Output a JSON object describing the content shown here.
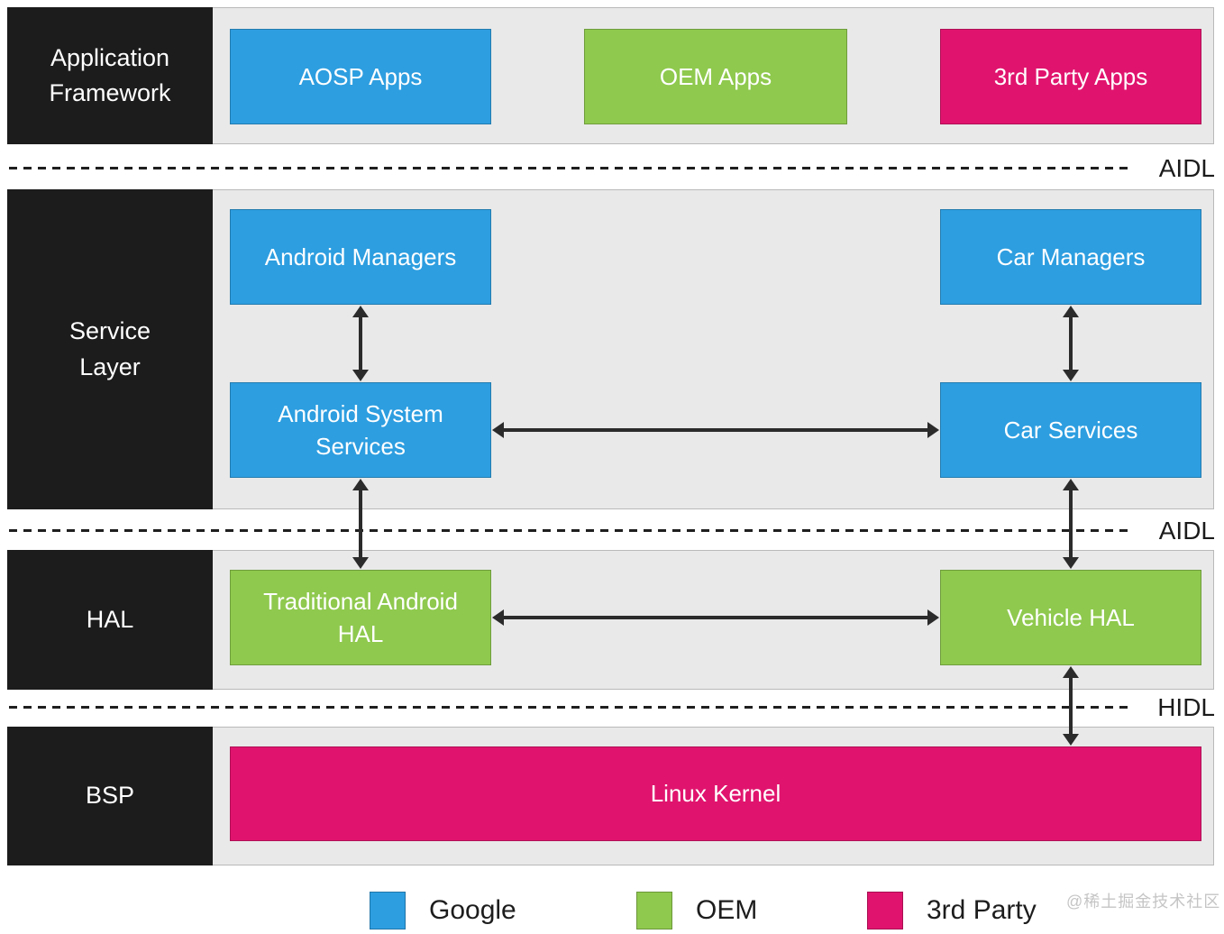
{
  "sidebars": [
    {
      "id": "app-framework",
      "label": "Application\nFramework"
    },
    {
      "id": "service-layer",
      "label": "Service\nLayer"
    },
    {
      "id": "hal",
      "label": "HAL"
    },
    {
      "id": "bsp",
      "label": "BSP"
    }
  ],
  "boxes": [
    {
      "id": "aosp-apps",
      "label": "AOSP Apps",
      "owner": "google",
      "color": "#2d9ee0"
    },
    {
      "id": "oem-apps",
      "label": "OEM Apps",
      "owner": "oem",
      "color": "#8fc94e"
    },
    {
      "id": "third-party-apps",
      "label": "3rd Party Apps",
      "owner": "third-party",
      "color": "#e0146e"
    },
    {
      "id": "android-managers",
      "label": "Android Managers",
      "owner": "google",
      "color": "#2d9ee0"
    },
    {
      "id": "car-managers",
      "label": "Car Managers",
      "owner": "google",
      "color": "#2d9ee0"
    },
    {
      "id": "android-system-services",
      "label": "Android System\nServices",
      "owner": "google",
      "color": "#2d9ee0"
    },
    {
      "id": "car-services",
      "label": "Car Services",
      "owner": "google",
      "color": "#2d9ee0"
    },
    {
      "id": "traditional-android-hal",
      "label": "Traditional Android\nHAL",
      "owner": "oem",
      "color": "#8fc94e"
    },
    {
      "id": "vehicle-hal",
      "label": "Vehicle HAL",
      "owner": "oem",
      "color": "#8fc94e"
    },
    {
      "id": "linux-kernel",
      "label": "Linux Kernel",
      "owner": "third-party",
      "color": "#e0146e"
    }
  ],
  "separators": [
    {
      "id": "aidl-top",
      "label": "AIDL"
    },
    {
      "id": "aidl-middle",
      "label": "AIDL"
    },
    {
      "id": "hidl",
      "label": "HIDL"
    }
  ],
  "legend": [
    {
      "label": "Google",
      "color": "#2d9ee0"
    },
    {
      "label": "OEM",
      "color": "#8fc94e"
    },
    {
      "label": "3rd Party",
      "color": "#e0146e"
    }
  ],
  "watermark": "@稀土掘金技术社区",
  "colors": {
    "google": "#2d9ee0",
    "oem": "#8fc94e",
    "third_party": "#e0146e",
    "sidebar_bg": "#1c1c1c",
    "band_bg": "#e9e9e9",
    "arrow": "#2b2b2b"
  }
}
